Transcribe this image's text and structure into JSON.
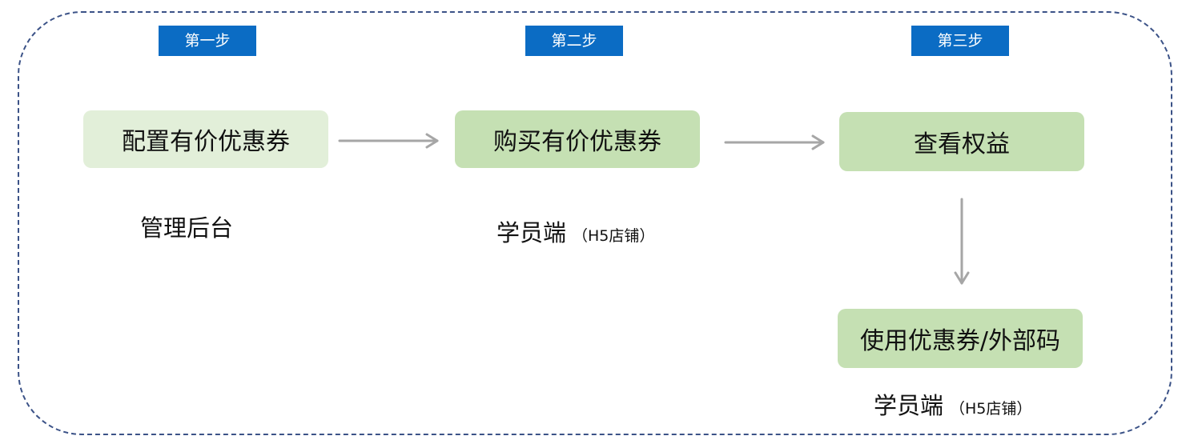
{
  "steps": [
    {
      "badge": "第一步",
      "node": "配置有价优惠券",
      "caption_main": "管理后台",
      "caption_sub": ""
    },
    {
      "badge": "第二步",
      "node": "购买有价优惠券",
      "caption_main": "学员端",
      "caption_sub": "（H5店铺）"
    },
    {
      "badge": "第三步",
      "node": "查看权益",
      "caption_main": "",
      "caption_sub": ""
    }
  ],
  "final_step": {
    "node": "使用优惠券/外部码",
    "caption_main": "学员端",
    "caption_sub": "（H5店铺）"
  },
  "colors": {
    "frame_border": "#3b5287",
    "badge_bg": "#0b6cc4",
    "node_light": "#e2efd9",
    "node_mid": "#c5e0b3",
    "arrow": "#a6a6a6"
  }
}
